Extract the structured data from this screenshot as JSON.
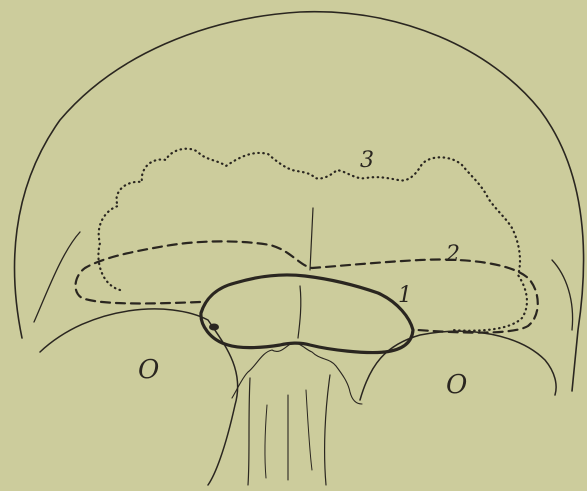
{
  "figure": {
    "labels": {
      "outline_1": "1",
      "outline_2": "2",
      "outline_3": "3",
      "left_orbit": "O",
      "right_orbit": "O"
    },
    "colors": {
      "paper": "#cccc9c",
      "ink": "#2a2620"
    }
  }
}
